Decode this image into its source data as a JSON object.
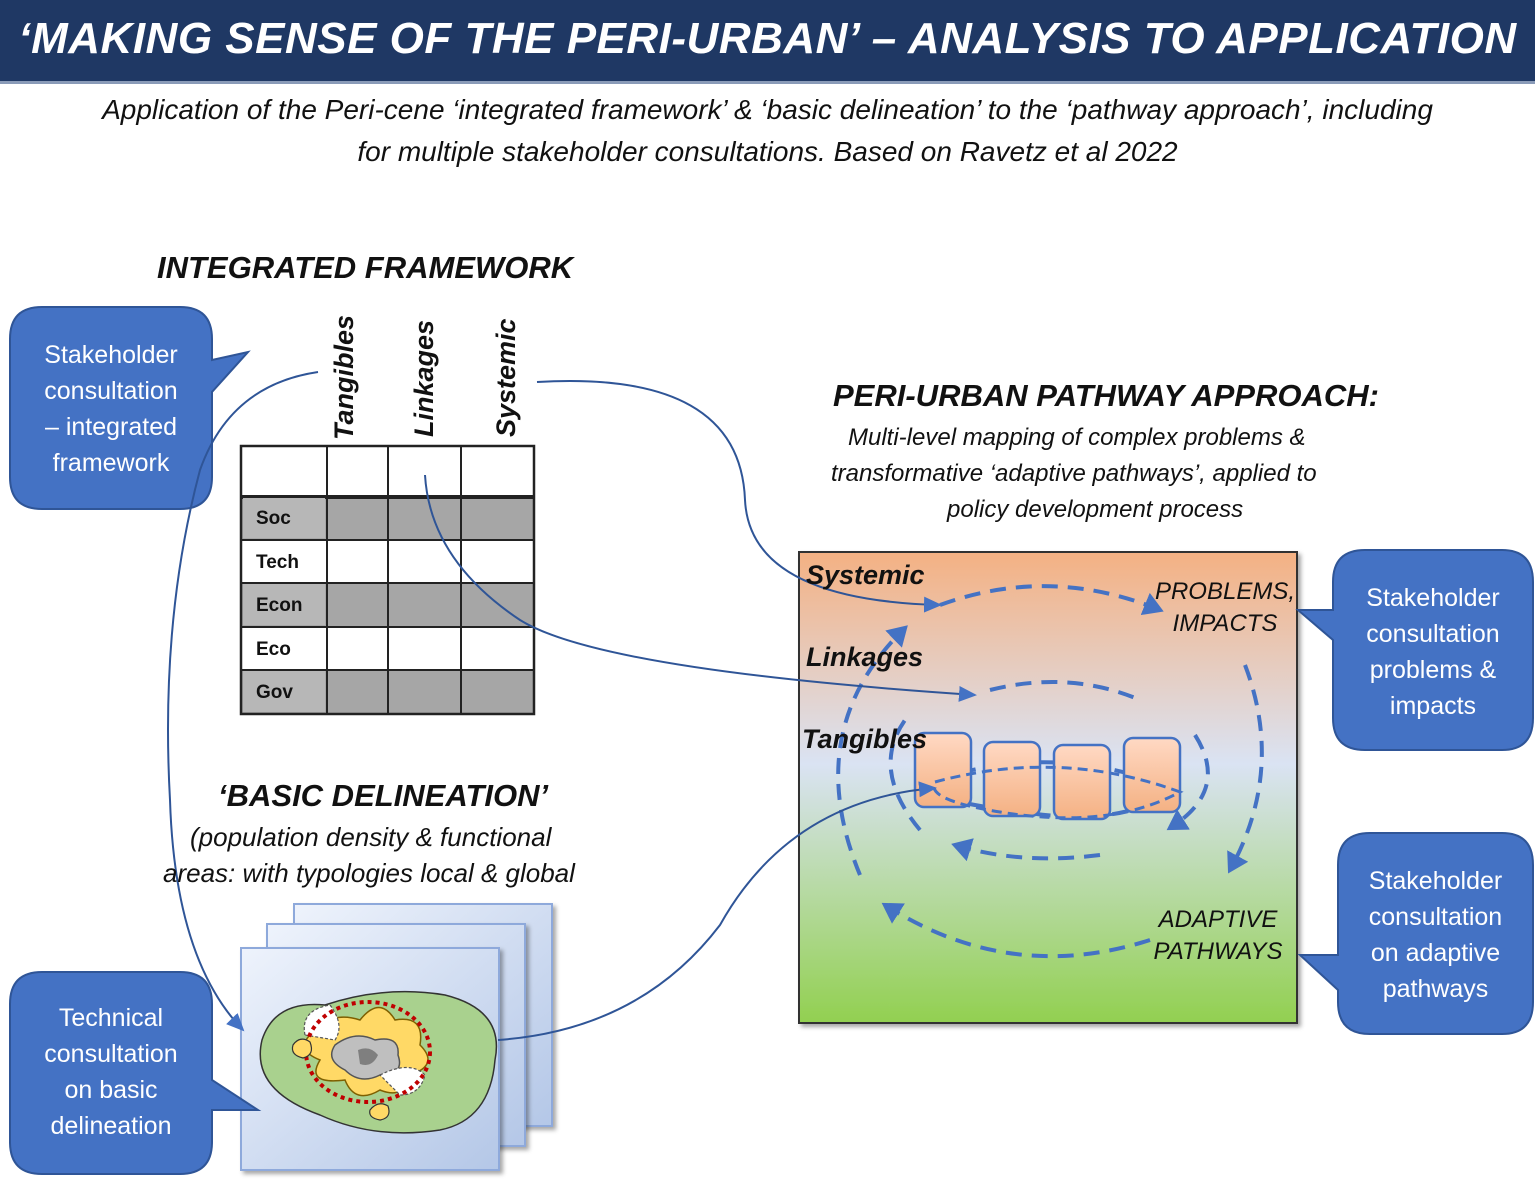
{
  "title": "‘MAKING SENSE OF THE PERI-URBAN’ – ANALYSIS TO APPLICATION",
  "subtitle": {
    "line1": "Application of the Peri-cene ‘integrated framework’ & ‘basic delineation’ to the ‘pathway approach’, including",
    "line2": "for multiple stakeholder consultations.  Based on Ravetz et al 2022"
  },
  "integrated_framework": {
    "heading": "INTEGRATED FRAMEWORK",
    "columns": [
      "Tangibles",
      "Linkages",
      "Systemic"
    ],
    "rows": [
      "Soc",
      "Tech",
      "Econ",
      "Eco",
      "Gov"
    ]
  },
  "basic_delineation": {
    "heading": "‘BASIC DELINEATION’",
    "line1": "(population density & functional",
    "line2": "areas: with typologies local & global"
  },
  "pathway_approach": {
    "heading": "PERI-URBAN PATHWAY APPROACH:",
    "line1": "Multi-level mapping of complex problems &",
    "line2": "transformative ‘adaptive pathways’, applied to",
    "line3": "policy development process",
    "levels": [
      "Systemic",
      "Linkages",
      "Tangibles"
    ],
    "problems": [
      "PROBLEMS,",
      "IMPACTS"
    ],
    "adaptive": [
      "ADAPTIVE",
      "PATHWAYS"
    ]
  },
  "bubbles": {
    "integrated": [
      "Stakeholder",
      "consultation",
      "– integrated",
      "framework"
    ],
    "technical": [
      "Technical",
      "consultation",
      "on basic",
      "delineation"
    ],
    "problems": [
      "Stakeholder",
      "consultation",
      "problems &",
      "impacts"
    ],
    "adaptive": [
      "Stakeholder",
      "consultation",
      "on adaptive",
      "pathways"
    ]
  },
  "colors": {
    "title_bar": "#1f3864",
    "bubble": "#4472c4",
    "arrow": "#4472c4",
    "panel_top": "#f4b183",
    "panel_mid": "#dae3f3",
    "panel_bottom": "#92d050"
  }
}
